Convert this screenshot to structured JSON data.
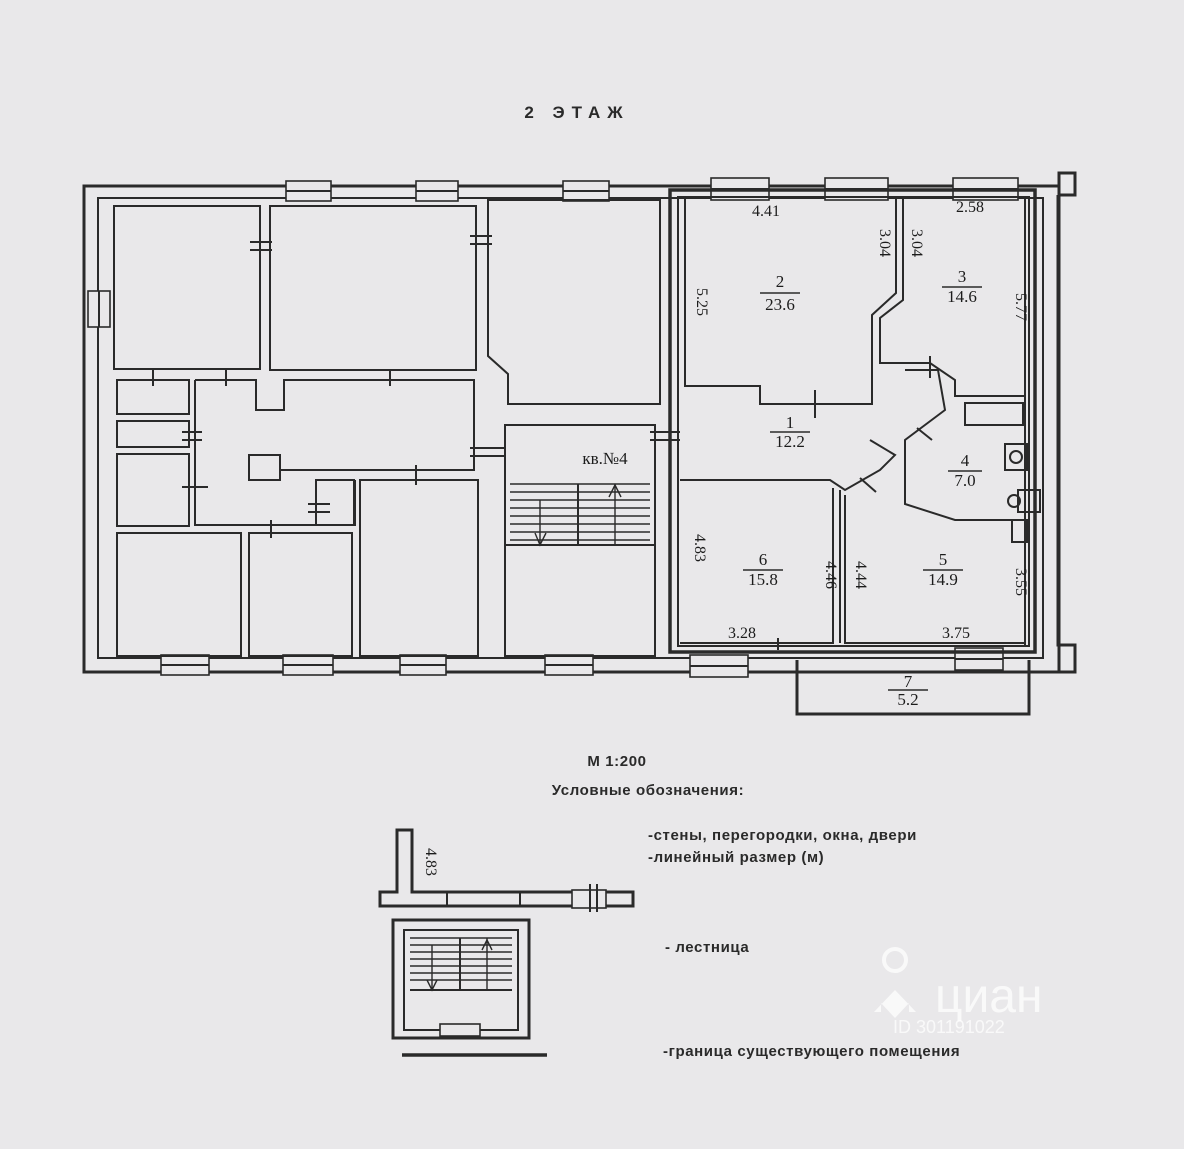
{
  "title": "2 ЭТАЖ",
  "apartment_label": "кв.№4",
  "rooms": [
    {
      "id": "room-1",
      "number": "1",
      "area": "12.2"
    },
    {
      "id": "room-2",
      "number": "2",
      "area": "23.6"
    },
    {
      "id": "room-3",
      "number": "3",
      "area": "14.6"
    },
    {
      "id": "room-4",
      "number": "4",
      "area": "7.0"
    },
    {
      "id": "room-5",
      "number": "5",
      "area": "14.9"
    },
    {
      "id": "room-6",
      "number": "6",
      "area": "15.8"
    },
    {
      "id": "room-7",
      "number": "7",
      "area": "5.2"
    }
  ],
  "dimensions": {
    "d_441": "4.41",
    "d_258": "2.58",
    "d_304a": "3.04",
    "d_304b": "3.04",
    "d_525": "5.25",
    "d_577": "5.77",
    "d_483": "4.83",
    "d_446": "4.46",
    "d_444": "4.44",
    "d_355": "3.55",
    "d_328": "3.28",
    "d_375": "3.75"
  },
  "scale": "М 1:200",
  "legend": {
    "heading": "Условные обозначения:",
    "sample_dimension": "4.83",
    "walls": "-стены, перегородки, окна, двери",
    "linear": "-линейный размер (м)",
    "stairs": "- лестница",
    "boundary": "-граница существующего помещения"
  },
  "watermark": {
    "brand": "циан",
    "id": "ID 301191022"
  }
}
